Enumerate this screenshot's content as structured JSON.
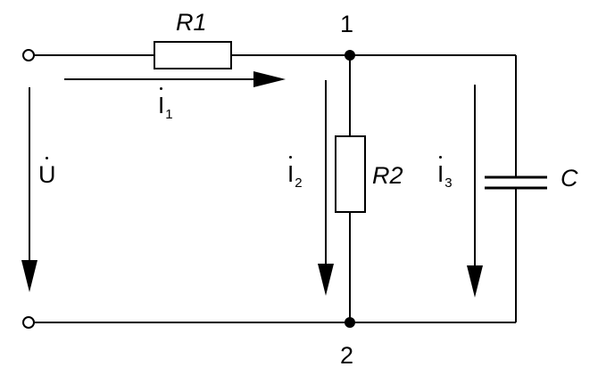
{
  "circuit": {
    "components": {
      "r1": "R1",
      "r2": "R2",
      "c": "C"
    },
    "nodes": {
      "n1": "1",
      "n2": "2"
    },
    "voltage": {
      "symbol": "U"
    },
    "currents": {
      "i1": {
        "symbol": "I",
        "index": "1"
      },
      "i2": {
        "symbol": "I",
        "index": "2"
      },
      "i3": {
        "symbol": "I",
        "index": "3"
      }
    }
  }
}
